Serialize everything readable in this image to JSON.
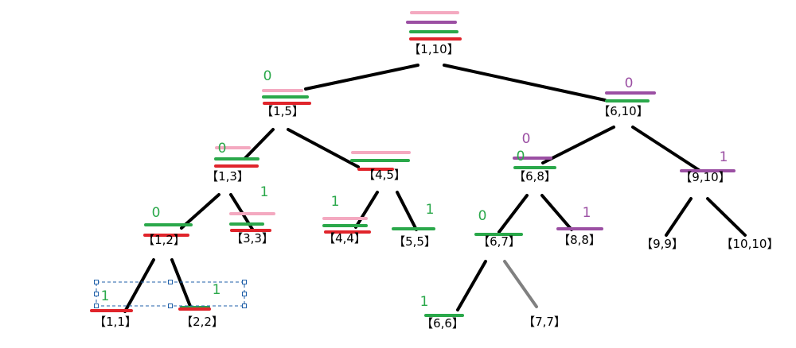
{
  "colors": {
    "edge": "#000000",
    "edge_gray": "#808080",
    "red": "#e0242b",
    "green": "#2aa84a",
    "pink": "#f4a9c0",
    "purple": "#9b4fa3",
    "selection": "#1f5fa8"
  },
  "nodes": [
    {
      "id": "n1_10",
      "label": "【1,10】"
    },
    {
      "id": "n1_5",
      "label": "【1,5】",
      "num": "0",
      "num_color": "green"
    },
    {
      "id": "n6_10",
      "label": "【6,10】",
      "num": "0",
      "num_color": "purple"
    },
    {
      "id": "n1_3",
      "label": "【1,3】",
      "num": "0",
      "num_color": "green"
    },
    {
      "id": "n4_5",
      "label": "【4,5】"
    },
    {
      "id": "n6_8",
      "label": "【6,8】",
      "num": "0",
      "num_color": "purple",
      "num2": "0",
      "num2_color": "green"
    },
    {
      "id": "n9_10",
      "label": "【9,10】",
      "num": "1",
      "num_color": "purple"
    },
    {
      "id": "n1_2",
      "label": "【1,2】",
      "num": "0",
      "num_color": "green"
    },
    {
      "id": "n3_3",
      "label": "【3,3】",
      "num": "1",
      "num_color": "green"
    },
    {
      "id": "n4_4",
      "label": "【4,4】",
      "num": "1",
      "num_color": "green"
    },
    {
      "id": "n5_5",
      "label": "【5,5】",
      "num": "1",
      "num_color": "green"
    },
    {
      "id": "n6_7",
      "label": "【6,7】",
      "num": "0",
      "num_color": "green"
    },
    {
      "id": "n8_8",
      "label": "【8,8】",
      "num": "1",
      "num_color": "purple"
    },
    {
      "id": "n9_9",
      "label": "【9,9】"
    },
    {
      "id": "n10_10",
      "label": "【10,10】"
    },
    {
      "id": "n1_1",
      "label": "【1,1】",
      "num": "1",
      "num_color": "green"
    },
    {
      "id": "n2_2",
      "label": "【2,2】",
      "num": "1",
      "num_color": "green"
    },
    {
      "id": "n6_6",
      "label": "【6,6】",
      "num": "1",
      "num_color": "green"
    },
    {
      "id": "n7_7",
      "label": "【7,7】"
    }
  ],
  "edges": [
    {
      "from": "n1_10",
      "to": "n1_5"
    },
    {
      "from": "n1_10",
      "to": "n6_10"
    },
    {
      "from": "n1_5",
      "to": "n1_3"
    },
    {
      "from": "n1_5",
      "to": "n4_5"
    },
    {
      "from": "n6_10",
      "to": "n6_8"
    },
    {
      "from": "n6_10",
      "to": "n9_10"
    },
    {
      "from": "n1_3",
      "to": "n1_2"
    },
    {
      "from": "n1_3",
      "to": "n3_3"
    },
    {
      "from": "n4_5",
      "to": "n4_4"
    },
    {
      "from": "n4_5",
      "to": "n5_5"
    },
    {
      "from": "n6_8",
      "to": "n6_7"
    },
    {
      "from": "n6_8",
      "to": "n8_8"
    },
    {
      "from": "n9_10",
      "to": "n9_9"
    },
    {
      "from": "n9_10",
      "to": "n10_10"
    },
    {
      "from": "n1_2",
      "to": "n1_1"
    },
    {
      "from": "n1_2",
      "to": "n2_2"
    },
    {
      "from": "n6_7",
      "to": "n6_6"
    },
    {
      "from": "n6_7",
      "to": "n7_7",
      "style": "gray"
    }
  ]
}
